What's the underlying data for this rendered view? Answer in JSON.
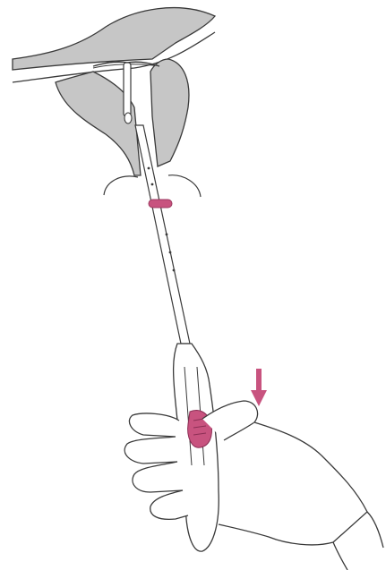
{
  "figure": {
    "parts": {
      "uterus": "uterus",
      "cervix": "cervix",
      "iud": "intrauterine-device",
      "inserter_tube": "inserter-tube",
      "depth_flange": "depth-flange",
      "handle": "inserter-handle",
      "slider": "slider",
      "hand": "gloved-hand",
      "direction_arrow": "down-arrow"
    },
    "colors": {
      "accent": "#c8537f",
      "tissue_fill": "#c6c6c6",
      "outline": "#3a3a3a",
      "paper": "#ffffff"
    },
    "direction": "down"
  }
}
